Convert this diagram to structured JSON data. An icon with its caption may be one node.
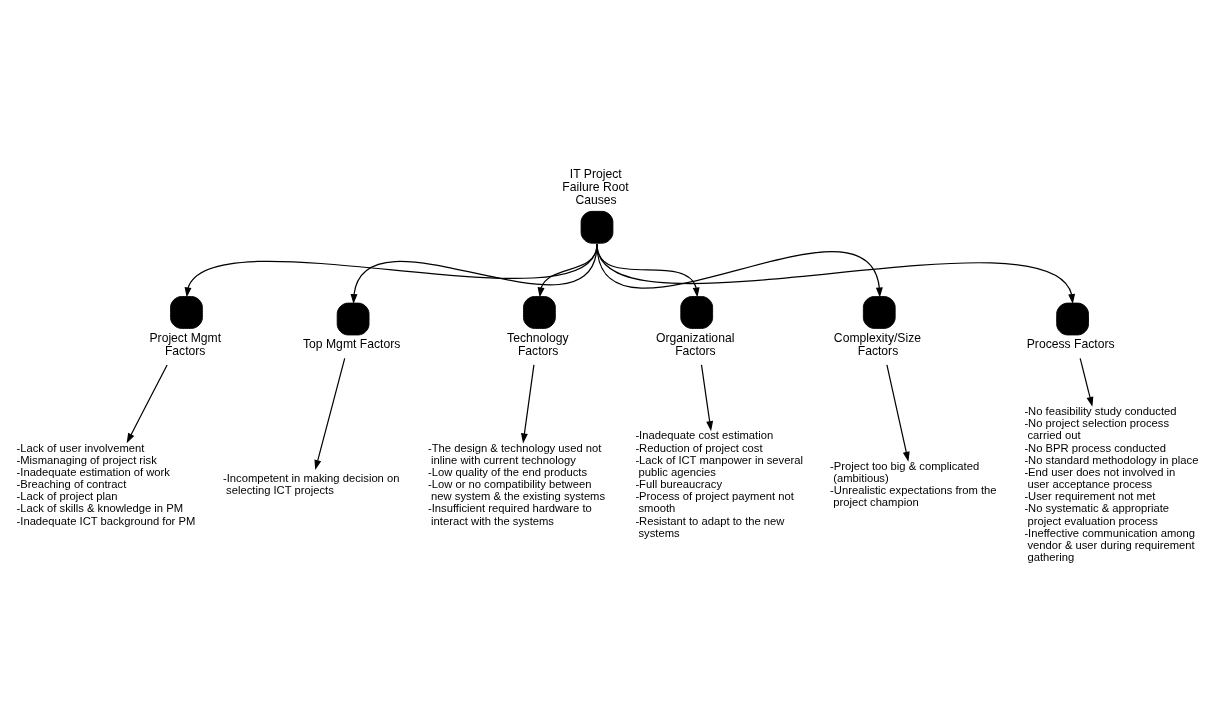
{
  "diagram": {
    "nodes": [
      {
        "text": [
          "IT Project Failure Root Causes"
        ]
      },
      {
        "text": [
          "Project Mgmt Factors"
        ]
      },
      {
        "text": [
          "Top Mgmt Factors"
        ]
      },
      {
        "text": [
          "Technology Factors"
        ]
      },
      {
        "text": [
          "Organizational Factors"
        ]
      },
      {
        "text": [
          "Complexity/Size Factors"
        ]
      },
      {
        "text": [
          "Process Factors"
        ]
      },
      {
        "text": [
          "-Lack of user involvement",
          "-Mismanaging of project risk",
          "-Inadequate estimation of work",
          "-Breaching of contract",
          "-Lack of project plan",
          "-Lack of skills & knowledge in PM",
          "-Inadequate ICT background for PM"
        ]
      },
      {
        "text": [
          "-Incompetent in making decision on selecting ICT projects"
        ]
      },
      {
        "text": [
          "-The design & technology used not inline with current technology",
          "-Low quality of the end products",
          "-Low or no compatibility between new system & the existing systems",
          "-Insufficient required hardware to interact with the systems"
        ]
      },
      {
        "text": [
          "-Inadequate cost estimation",
          "-Reduction of project cost",
          "-Lack of ICT manpower in several public agencies",
          "-Full bureaucracy",
          "-Process of project payment not smooth",
          "-Resistant to adapt to the new systems"
        ]
      },
      {
        "text": [
          "-Project too big & complicated (ambitious)",
          "-Unrealistic expectations from the project champion"
        ]
      },
      {
        "text": [
          "-No feasibility study conducted",
          "-No project selection process carried out",
          "-No BPR process conducted",
          "-No standard methodology in place",
          "-End user does not involved in user acceptance process",
          "-User requirement not met",
          "-No systematic & appropriate project evaluation process",
          "-Ineffective communication among vendor & user during requirement gathering"
        ]
      }
    ],
    "edges": [
      {
        "from": 0,
        "to": 1,
        "arrow": "to"
      },
      {
        "from": 0,
        "to": 2,
        "arrow": "to"
      },
      {
        "from": 0,
        "to": 3,
        "arrow": "to"
      },
      {
        "from": 0,
        "to": 4,
        "arrow": "to"
      },
      {
        "from": 0,
        "to": 5,
        "arrow": "to"
      },
      {
        "from": 0,
        "to": 6,
        "arrow": "to"
      },
      {
        "from": 1,
        "to": 7,
        "arrow": "to"
      },
      {
        "from": 2,
        "to": 8,
        "arrow": "to"
      },
      {
        "from": 3,
        "to": 9,
        "arrow": "to"
      },
      {
        "from": 4,
        "to": 10,
        "arrow": "to"
      },
      {
        "from": 5,
        "to": 11,
        "arrow": "to"
      },
      {
        "from": 6,
        "to": 12,
        "arrow": "to"
      }
    ]
  }
}
